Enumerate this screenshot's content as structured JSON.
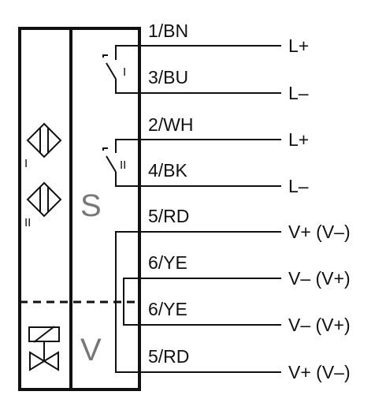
{
  "sections": {
    "sensor_letter": "S",
    "valve_letter": "V"
  },
  "sensor_labels": [
    "I",
    "II"
  ],
  "switch_labels": [
    "I",
    "II"
  ],
  "wires": [
    {
      "label": "1/BN",
      "signal": "L+"
    },
    {
      "label": "3/BU",
      "signal": "L–"
    },
    {
      "label": "2/WH",
      "signal": "L+"
    },
    {
      "label": "4/BK",
      "signal": "L–"
    },
    {
      "label": "5/RD",
      "signal": "V+ (V–)"
    },
    {
      "label": "6/YE",
      "signal": "V– (V+)"
    },
    {
      "label": "6/YE",
      "signal": "V– (V+)"
    },
    {
      "label": "5/RD",
      "signal": "V+ (V–)"
    }
  ],
  "colors": {
    "line": "#111111",
    "letter": "#777777"
  },
  "icons": [
    "sensor-i-icon",
    "sensor-ii-icon",
    "solenoid-valve-icon",
    "switch-contact-icon"
  ]
}
